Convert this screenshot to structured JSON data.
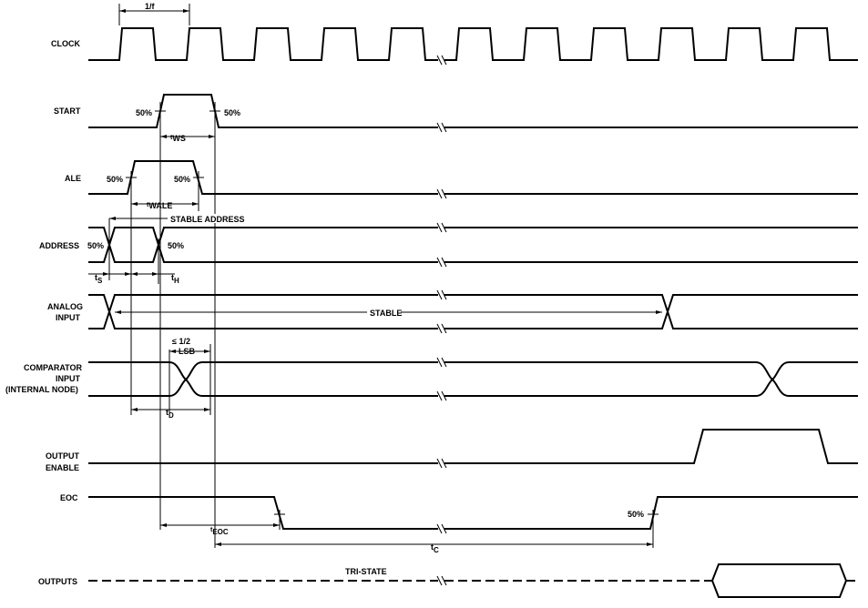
{
  "signals": {
    "clock": "CLOCK",
    "start": "START",
    "ale": "ALE",
    "address": "ADDRESS",
    "analog_input_1": "ANALOG",
    "analog_input_2": "INPUT",
    "comparator_1": "COMPARATOR",
    "comparator_2": "INPUT",
    "comparator_3": "(INTERNAL NODE)",
    "output_enable_1": "OUTPUT",
    "output_enable_2": "ENABLE",
    "eoc": "EOC",
    "outputs": "OUTPUTS"
  },
  "timing": {
    "clock_period": "1/f",
    "tws_t": "t",
    "tws": "WS",
    "twale_t": "t",
    "twale": "WALE",
    "ts_t": "t",
    "ts": "S",
    "th_t": "t",
    "th": "H",
    "td_t": "t",
    "td": "D",
    "teoc_t": "t",
    "teoc": "EOC",
    "tc_t": "t",
    "tc": "C"
  },
  "annotations": {
    "start_rise": "50%",
    "start_fall": "50%",
    "ale_rise": "50%",
    "ale_fall": "50%",
    "address_left": "50%",
    "address_right": "50%",
    "eoc_rise": "50%",
    "stable_address": "STABLE ADDRESS",
    "stable": "STABLE",
    "lsb_top": "≤ 1/2",
    "lsb_bottom": "LSB",
    "tri_state": "TRI-STATE"
  }
}
